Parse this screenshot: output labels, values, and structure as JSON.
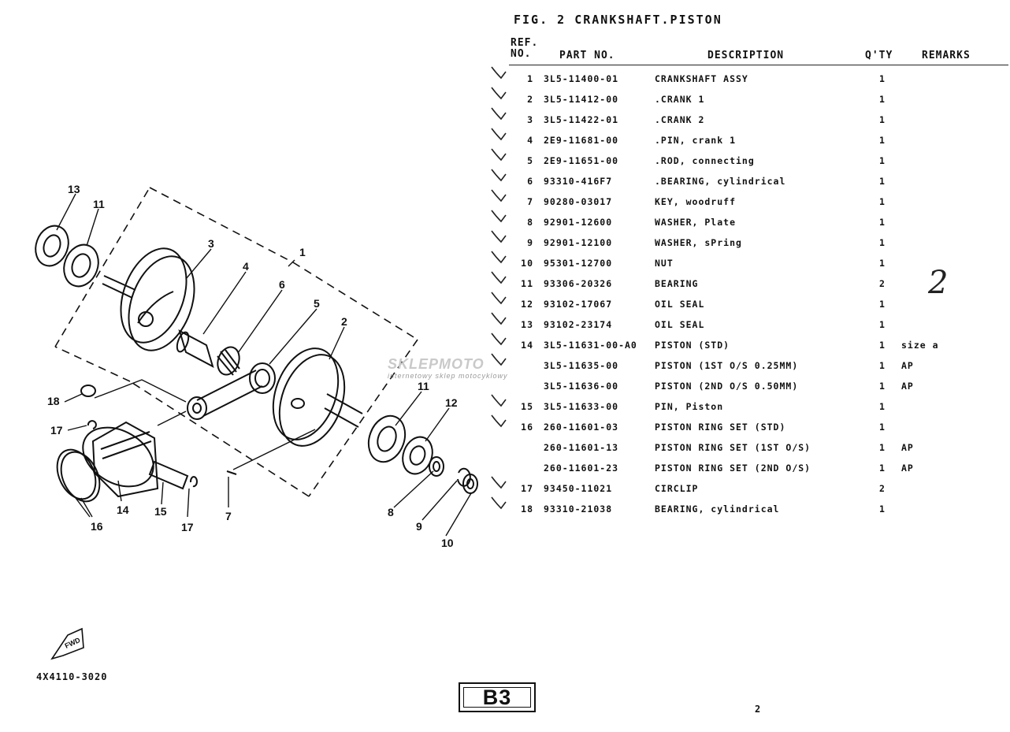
{
  "figure": {
    "title": "FIG. 2 CRANKSHAFT.PISTON"
  },
  "table": {
    "headers": {
      "ref_line1": "REF.",
      "ref_line2": "NO.",
      "part_no": "PART NO.",
      "description": "DESCRIPTION",
      "qty": "Q'TY",
      "remarks": "REMARKS"
    },
    "rows": [
      {
        "ref": "1",
        "part_no": "3L5-11400-01",
        "description": "CRANKSHAFT ASSY",
        "qty": "1",
        "remarks": ""
      },
      {
        "ref": "2",
        "part_no": "3L5-11412-00",
        "description": ".CRANK 1",
        "qty": "1",
        "remarks": ""
      },
      {
        "ref": "3",
        "part_no": "3L5-11422-01",
        "description": ".CRANK 2",
        "qty": "1",
        "remarks": ""
      },
      {
        "ref": "4",
        "part_no": "2E9-11681-00",
        "description": ".PIN, crank 1",
        "qty": "1",
        "remarks": ""
      },
      {
        "ref": "5",
        "part_no": "2E9-11651-00",
        "description": ".ROD, connecting",
        "qty": "1",
        "remarks": ""
      },
      {
        "ref": "6",
        "part_no": "93310-416F7",
        "description": ".BEARING, cylindrical",
        "qty": "1",
        "remarks": ""
      },
      {
        "ref": "7",
        "part_no": "90280-03017",
        "description": "KEY, woodruff",
        "qty": "1",
        "remarks": ""
      },
      {
        "ref": "8",
        "part_no": "92901-12600",
        "description": "WASHER, Plate",
        "qty": "1",
        "remarks": ""
      },
      {
        "ref": "9",
        "part_no": "92901-12100",
        "description": "WASHER, sPring",
        "qty": "1",
        "remarks": ""
      },
      {
        "ref": "10",
        "part_no": "95301-12700",
        "description": "NUT",
        "qty": "1",
        "remarks": ""
      },
      {
        "ref": "11",
        "part_no": "93306-20326",
        "description": "BEARING",
        "qty": "2",
        "remarks": ""
      },
      {
        "ref": "12",
        "part_no": "93102-17067",
        "description": "OIL SEAL",
        "qty": "1",
        "remarks": ""
      },
      {
        "ref": "13",
        "part_no": "93102-23174",
        "description": "OIL SEAL",
        "qty": "1",
        "remarks": ""
      },
      {
        "ref": "14",
        "part_no": "3L5-11631-00-A0",
        "description": "PISTON (STD)",
        "qty": "1",
        "remarks": "size a"
      },
      {
        "ref": "",
        "part_no": "3L5-11635-00",
        "description": "PISTON (1ST O/S 0.25MM)",
        "qty": "1",
        "remarks": "AP"
      },
      {
        "ref": "",
        "part_no": "3L5-11636-00",
        "description": "PISTON (2ND O/S 0.50MM)",
        "qty": "1",
        "remarks": "AP"
      },
      {
        "ref": "15",
        "part_no": "3L5-11633-00",
        "description": "PIN, Piston",
        "qty": "1",
        "remarks": ""
      },
      {
        "ref": "16",
        "part_no": "260-11601-03",
        "description": "PISTON RING SET (STD)",
        "qty": "1",
        "remarks": ""
      },
      {
        "ref": "",
        "part_no": "260-11601-13",
        "description": "PISTON RING SET (1ST O/S)",
        "qty": "1",
        "remarks": "AP"
      },
      {
        "ref": "",
        "part_no": "260-11601-23",
        "description": "PISTON RING SET (2ND O/S)",
        "qty": "1",
        "remarks": "AP"
      },
      {
        "ref": "17",
        "part_no": "93450-11021",
        "description": "CIRCLIP",
        "qty": "2",
        "remarks": ""
      },
      {
        "ref": "18",
        "part_no": "93310-21038",
        "description": "BEARING, cylindrical",
        "qty": "1",
        "remarks": ""
      }
    ]
  },
  "annotations": {
    "handwritten_qty_note": "2"
  },
  "watermark": {
    "brand": "SKLEPMOTO",
    "tagline": "internetowy sklep motocyklowy"
  },
  "diagram": {
    "callouts": [
      "13",
      "11",
      "3",
      "4",
      "1",
      "6",
      "5",
      "2",
      "18",
      "17",
      "11",
      "12",
      "14",
      "15",
      "17",
      "7",
      "16",
      "8",
      "9",
      "10"
    ],
    "fwd_label": "FWD"
  },
  "footer": {
    "code": "4X4110-3020",
    "page_tag": "B3",
    "page_number": "2"
  }
}
